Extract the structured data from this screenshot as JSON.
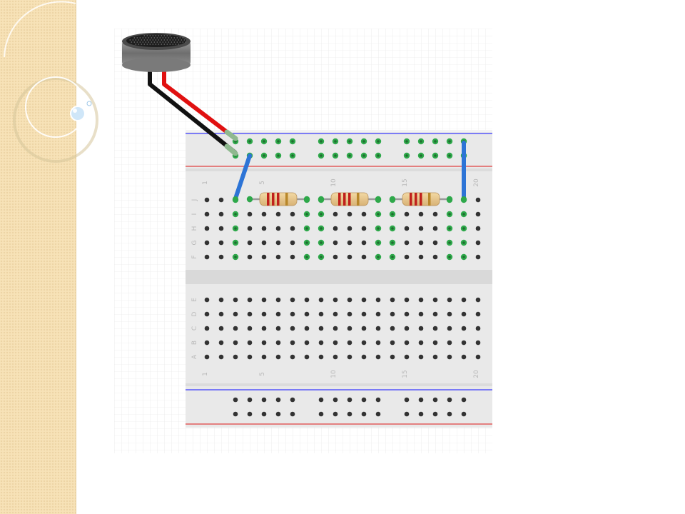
{
  "slide": {
    "accent": "#f7e2b7",
    "icons": [
      "microphone-icon",
      "resistor-icon",
      "jumper-wire-icon",
      "bubble-icon"
    ]
  },
  "breadboard": {
    "row_labels_top": [
      "J",
      "I",
      "H",
      "G",
      "F"
    ],
    "row_labels_bottom": [
      "E",
      "D",
      "C",
      "B",
      "A"
    ],
    "column_numbers": [
      "1",
      "5",
      "10",
      "15",
      "20"
    ],
    "colors": {
      "board": "#e9e9e9",
      "rail_blue": "#3a3aff",
      "rail_red": "#e04040",
      "hole": "#333333",
      "hole_active": "#2ea84a",
      "jumper": "#2d74d6",
      "wire_red": "#e01010",
      "wire_black": "#111111"
    }
  }
}
